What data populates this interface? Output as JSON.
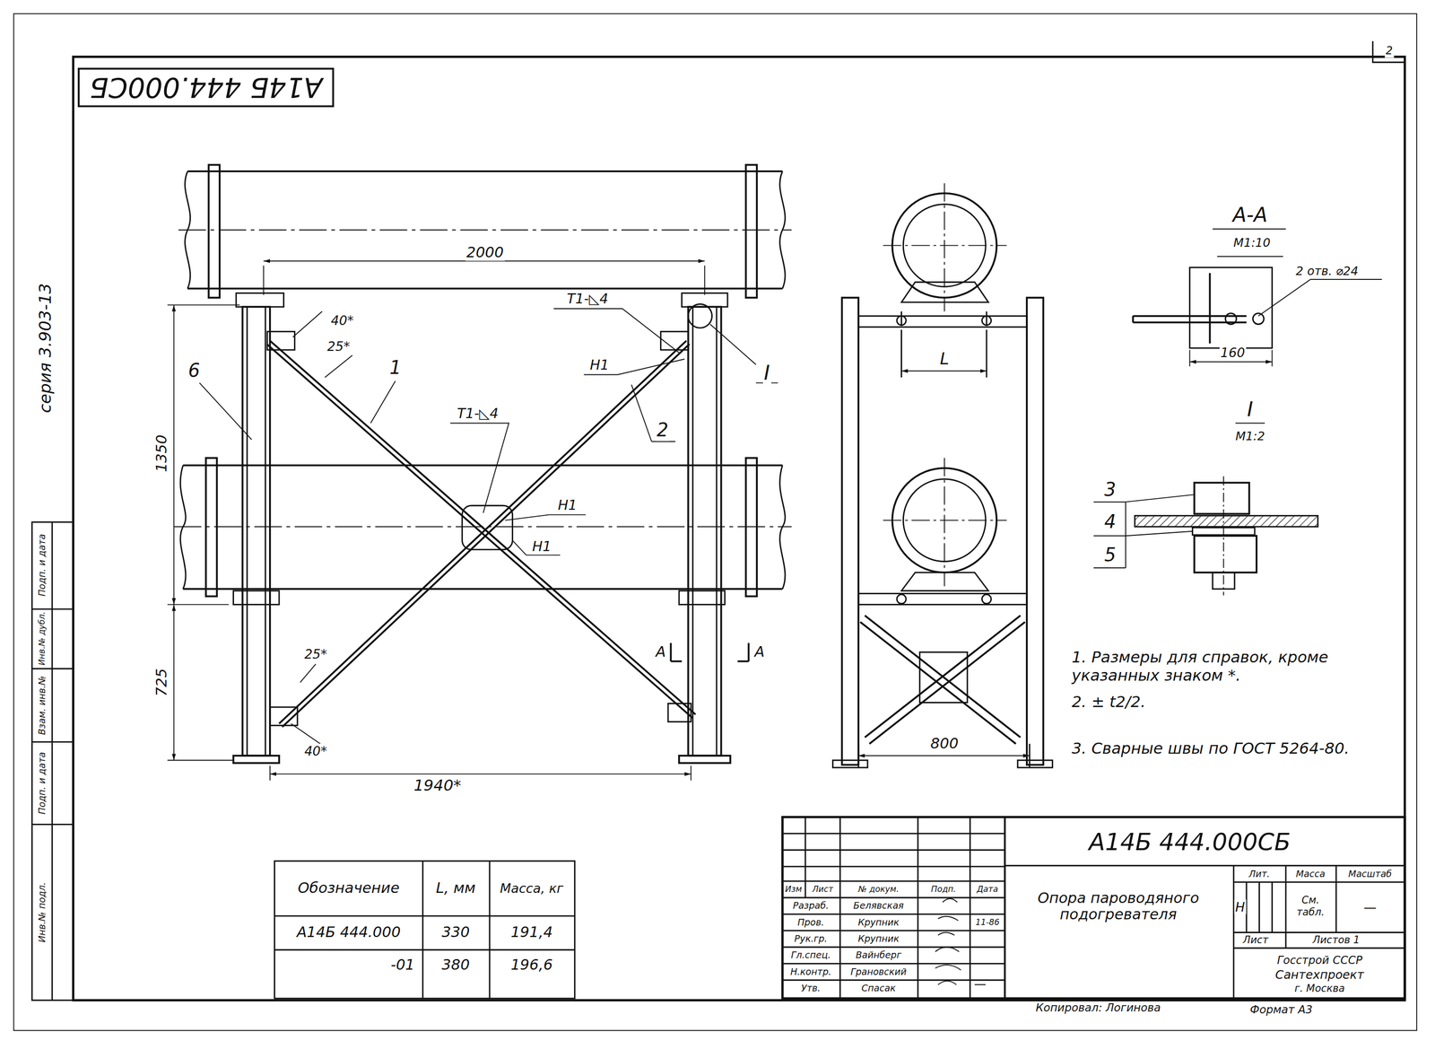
{
  "diagram": {
    "nodes": [
      {
        "text": [
          "А14Б 444.000СБ"
        ]
      }
    ],
    "labels": [
      "серия 3.903-13",
      "Подп. и дата",
      "Инв.№ дубл.",
      "Взам. инв.№",
      "Подп. и дата",
      "Инв.№ подл.",
      "2",
      "2000",
      "1350",
      "725",
      "1940*",
      "40*",
      "25*",
      "25*",
      "40*",
      "6",
      "1",
      "2",
      "Т1-◺4",
      "Н1",
      "Т1-◺4",
      "Н1",
      "Н1",
      "I",
      "А",
      "А",
      "L",
      "800",
      "А-А",
      "М1:10",
      "2 отв. ⌀24",
      "160",
      "I",
      "М1:2",
      "3",
      "4",
      "5",
      "1. Размеры для справок, кроме указанных знаком *.",
      "2. ± t2/2.",
      "3. Сварные швы по ГОСТ 5264-80.",
      "Обозначение",
      "L, мм",
      "Масса, кг",
      "А14Б 444.000",
      "330",
      "191,4",
      "-01",
      "380",
      "196,6",
      "А14Б 444.000СБ",
      "Опора пароводяного подогревателя",
      "Изм",
      "Лист",
      "№ докум.",
      "Подп.",
      "Дата",
      "Разраб.",
      "Белявская",
      "Пров.",
      "Крупник",
      "11-86",
      "Рук.гр.",
      "Крупник",
      "Гл.спец.",
      "Вайнберг",
      "Н.контр.",
      "Грановский",
      "Утв.",
      "Спасак",
      "Лит.",
      "Масса",
      "Масштаб",
      "Н",
      "См. табл.",
      "—",
      "Лист",
      "Листов 1",
      "Госстрой СССР",
      "Сантехпроект",
      "г. Москва",
      "Копировал: Логинова",
      "Формат А3"
    ]
  }
}
